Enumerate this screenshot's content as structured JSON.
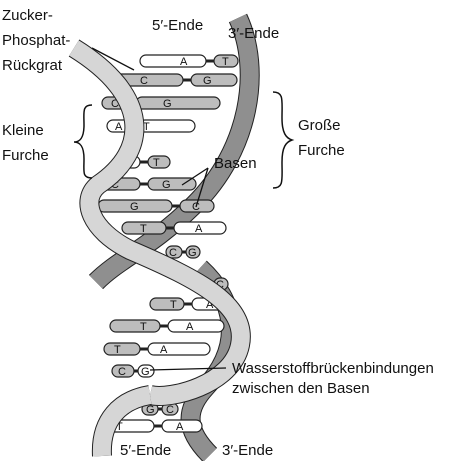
{
  "labels": {
    "backbone": [
      "Zucker-",
      "Phosphat-",
      "Rückgrat"
    ],
    "end_5_top": "5′-Ende",
    "end_3_top": "3′-Ende",
    "minor_groove": [
      "Kleine",
      "Furche"
    ],
    "major_groove": [
      "Große",
      "Furche"
    ],
    "bases": "Basen",
    "hbonds": [
      "Wasserstoffbrückenbindungen",
      "zwischen den Basen"
    ],
    "end_5_bottom": "5′-Ende",
    "end_3_bottom": "3′-Ende"
  },
  "base_pairs": [
    {
      "left": "",
      "right": "A",
      "right2": "T"
    },
    {
      "left": "C",
      "right": "G",
      "right2": ""
    },
    {
      "left": "C",
      "right": "G",
      "right2": ""
    },
    {
      "left": "A",
      "right": "T",
      "right2": ""
    },
    {
      "left": "A",
      "right": "T",
      "right2": ""
    },
    {
      "left": "C",
      "right": "G",
      "right2": ""
    },
    {
      "left": "G",
      "right": "C",
      "right2": ""
    },
    {
      "left": "T",
      "right": "A",
      "right2": ""
    },
    {
      "left": "C",
      "right": "G",
      "right2": ""
    },
    {
      "left": "G",
      "right": "C",
      "right2": ""
    },
    {
      "left": "T",
      "right": "A",
      "right2": ""
    },
    {
      "left": "T",
      "right": "A",
      "right2": ""
    },
    {
      "left": "T",
      "right": "A",
      "right2": ""
    },
    {
      "left": "C",
      "right": "G",
      "right2": ""
    },
    {
      "left": "G",
      "right": "C",
      "right2": ""
    },
    {
      "left": "T",
      "right": "A",
      "right2": ""
    }
  ]
}
